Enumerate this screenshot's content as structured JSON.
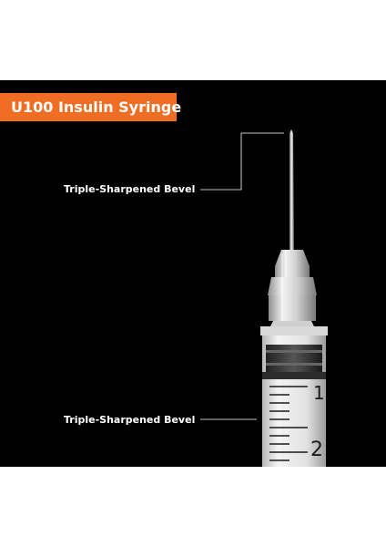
{
  "product": {
    "title": "U100 Insulin Syringe",
    "brand_color": "#f06e23"
  },
  "callouts": [
    {
      "label": "Triple-Sharpened Bevel"
    },
    {
      "label": "Triple-Sharpened Bevel"
    }
  ],
  "scale": {
    "numbers": [
      "1",
      "2"
    ]
  }
}
